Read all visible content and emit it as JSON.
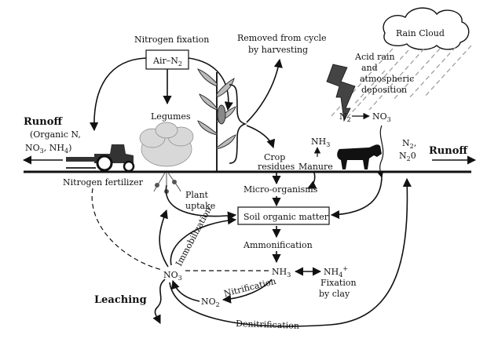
{
  "labels": {
    "nitrogen_fixation": "Nitrogen fixation",
    "air_n2": "Air–N",
    "air_n2_sub": "2",
    "removed_line1": "Removed from cycle",
    "removed_line2": "by harvesting",
    "rain_cloud": "Rain Cloud",
    "acid_line1": "Acid rain",
    "acid_line2": "and",
    "acid_line3": "atmospheric",
    "acid_line4": "deposition",
    "legumes": "Legumes",
    "runoff_left": "Runoff",
    "runoff_left_detail1": "(Organic N,",
    "runoff_left_detail2a": "NO",
    "runoff_left_detail2b": "3",
    "runoff_left_detail2c": ", NH",
    "runoff_left_detail2d": "4",
    "runoff_left_detail2e": ")",
    "runoff_right": "Runoff",
    "n2_right_a": "N",
    "n2_right_b": "2",
    "n2o_a": "N",
    "n2o_b": "2",
    "n2o_c": "0",
    "n2_deposit_a": "N",
    "n2_deposit_b": "2",
    "no3_deposit_a": "NO",
    "no3_deposit_b": "3",
    "nh3_top_a": "NH",
    "nh3_top_b": "3",
    "crop_residues_1": "Crop",
    "crop_residues_2": "residues",
    "manure": "Manure",
    "nitrogen_fertilizer": "Nitrogen fertilizer",
    "plant_uptake_1": "Plant",
    "plant_uptake_2": "uptake",
    "micro_organisms": "Micro-organisms",
    "soil_organic_matter": "Soil organic matter",
    "immobilization": "Immobilization",
    "ammonification": "Ammonification",
    "no3_main_a": "NO",
    "no3_main_b": "3",
    "nh3_main_a": "NH",
    "nh3_main_b": "3",
    "nh4_a": "NH",
    "nh4_b": "4",
    "fixation_1": "Fixation",
    "fixation_2": "by clay",
    "leaching": "Leaching",
    "nitrification": "Nitrification",
    "no2_a": "NO",
    "no2_b": "2",
    "denitrification": "Denitrification"
  }
}
